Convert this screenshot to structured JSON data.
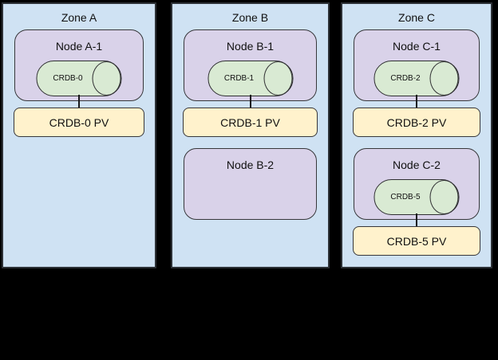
{
  "colors": {
    "background": "#000000",
    "zone_fill": "#cfe2f3",
    "node_fill": "#d9d2e9",
    "cylinder_fill": "#d9ead3",
    "pv_fill": "#fff2cc",
    "border": "#2f2f32",
    "text": "#111111"
  },
  "zones": [
    {
      "label": "Zone A",
      "node1": {
        "label": "Node A-1",
        "db": "CRDB-0"
      },
      "pv1": {
        "label": "CRDB-0 PV"
      }
    },
    {
      "label": "Zone B",
      "node1": {
        "label": "Node B-1",
        "db": "CRDB-1"
      },
      "pv1": {
        "label": "CRDB-1 PV"
      },
      "node2": {
        "label": "Node B-2"
      }
    },
    {
      "label": "Zone C",
      "node1": {
        "label": "Node C-1",
        "db": "CRDB-2"
      },
      "pv1": {
        "label": "CRDB-2 PV"
      },
      "node2": {
        "label": "Node C-2",
        "db": "CRDB-5"
      },
      "pv2": {
        "label": "CRDB-5 PV"
      }
    }
  ]
}
